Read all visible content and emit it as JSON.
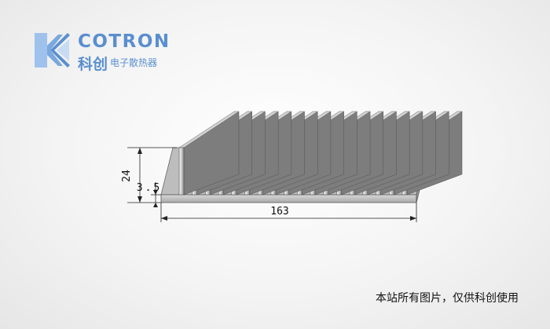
{
  "brand": {
    "name_en": "COTRON",
    "name_cn": "科创",
    "subtitle": "电子散热器",
    "colors": {
      "primary": "#5a8fcf",
      "light": "#9fc2ec"
    },
    "logo_icon": "k-logo-icon"
  },
  "drawing": {
    "dimensions": {
      "width": "163",
      "height": "24",
      "base_thickness": "3.5"
    },
    "fin_count": 18
  },
  "notice": "本站所有图片，仅供科创使用"
}
